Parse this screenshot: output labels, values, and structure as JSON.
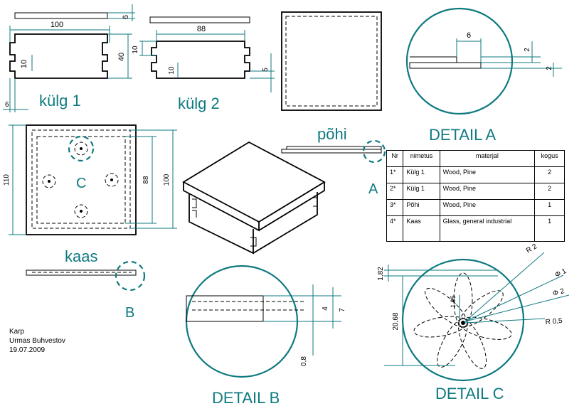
{
  "views": {
    "side1": {
      "label": "külg 1",
      "dims": {
        "length": "100",
        "height": "40",
        "slot": "10",
        "thickness": "6",
        "top_thickness": "6"
      }
    },
    "side2": {
      "label": "külg 2",
      "dims": {
        "length": "88",
        "height_a": "10",
        "height_b": "10",
        "offset": "5"
      }
    },
    "bottom": {
      "label": "põhi",
      "callout": "A"
    },
    "lid": {
      "label": "kaas",
      "callout_center": "C",
      "callout": "B",
      "dims": {
        "outer": "110",
        "inner_a": "88",
        "inner_b": "100"
      }
    }
  },
  "details": {
    "a": {
      "title": "DETAIL A",
      "dims": {
        "width": "6",
        "gap1": "2",
        "gap2": "2"
      }
    },
    "b": {
      "title": "DETAIL B",
      "dims": {
        "d1": "4",
        "d2": "7",
        "d3": "0,8"
      }
    },
    "c": {
      "title": "DETAIL C",
      "dims": {
        "r1": "R 2",
        "phi1": "Φ 1",
        "phi2": "Φ 2",
        "r2": "R 0,5",
        "v1": "1,82",
        "v2": "20,68",
        "v3": "1,95"
      }
    }
  },
  "bom": {
    "headers": [
      "Nr",
      "nimetus",
      "materjal",
      "kogus"
    ],
    "rows": [
      {
        "nr": "1*",
        "name": "Külg 1",
        "material": "Wood, Pine",
        "qty": "2"
      },
      {
        "nr": "2*",
        "name": "Külg 1",
        "material": "Wood, Pine",
        "qty": "2"
      },
      {
        "nr": "3*",
        "name": "Põhi",
        "material": "Wood, Pine",
        "qty": "1"
      },
      {
        "nr": "4*",
        "name": "Kaas",
        "material": "Glass, general industrial",
        "qty": "1"
      }
    ]
  },
  "title_block": {
    "name": "Karp",
    "author": "Urmas Buhvestov",
    "date": "19.07.2009"
  },
  "colors": {
    "annotation": "#0e7a80",
    "line": "#000000"
  }
}
